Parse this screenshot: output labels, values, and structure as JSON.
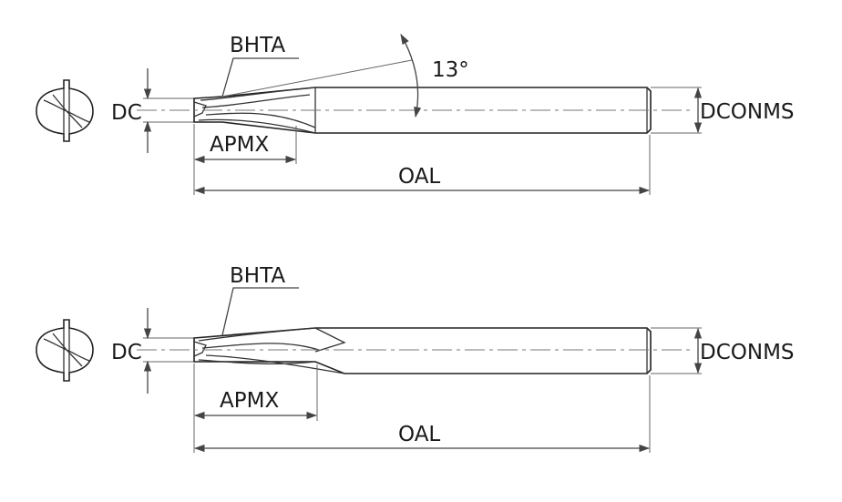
{
  "drawings": [
    {
      "labels": {
        "bhta": "BHTA",
        "angle": "13°",
        "dc": "DC",
        "dconms": "DCONMS",
        "apmx": "APMX",
        "oal": "OAL"
      },
      "colors": {
        "line": "#444444",
        "text": "#1a1a1a"
      }
    },
    {
      "labels": {
        "bhta": "BHTA",
        "dc": "DC",
        "dconms": "DCONMS",
        "apmx": "APMX",
        "oal": "OAL"
      },
      "colors": {
        "line": "#444444",
        "text": "#1a1a1a"
      }
    }
  ]
}
